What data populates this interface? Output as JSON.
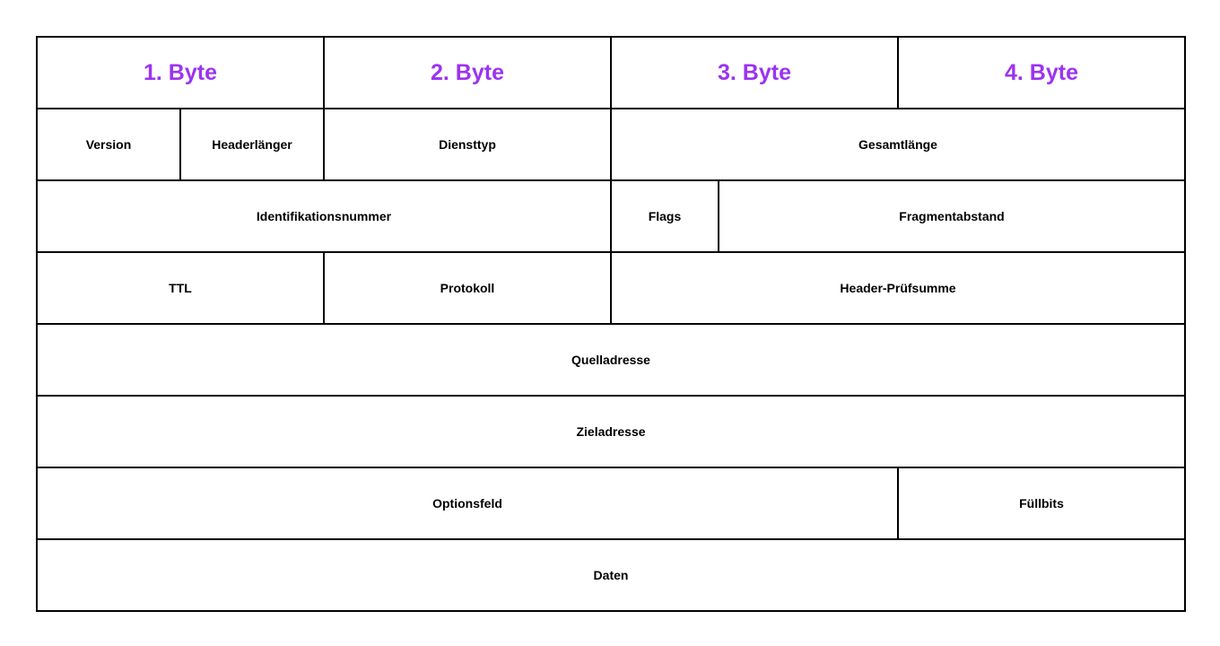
{
  "diagram": {
    "byte_headers": [
      "1. Byte",
      "2. Byte",
      "3. Byte",
      "4. Byte"
    ],
    "fields": {
      "version": "Version",
      "header_length": "Headerlänger",
      "service_type": "Diensttyp",
      "total_length": "Gesamtlänge",
      "identification": "Identifikationsnummer",
      "flags": "Flags",
      "fragment_offset": "Fragmentabstand",
      "ttl": "TTL",
      "protocol": "Protokoll",
      "header_checksum": "Header-Prüfsumme",
      "source_address": "Quelladresse",
      "destination_address": "Zieladresse",
      "options": "Optionsfeld",
      "padding": "Füllbits",
      "data": "Daten"
    },
    "colors": {
      "byte_header_text": "#9B33F0",
      "field_text": "#000000",
      "border": "#000000",
      "background": "#FFFFFF"
    }
  }
}
